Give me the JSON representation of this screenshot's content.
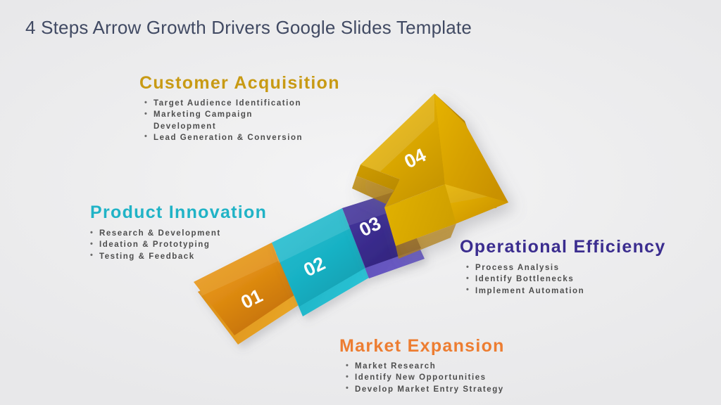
{
  "slide": {
    "title": "4 Steps Arrow Growth Drivers Google Slides Template",
    "background_color": "#eeeeef",
    "title_color": "#414a63"
  },
  "steps": [
    {
      "number": "01",
      "heading": "Market Expansion",
      "color": "#ed7d31",
      "segment_color": "#e08a14",
      "bullets": [
        "Market Research",
        "Identify New Opportunities",
        "Develop Market Entry Strategy"
      ]
    },
    {
      "number": "02",
      "heading": "Product Innovation",
      "color": "#20b3c6",
      "segment_color": "#1bb5c8",
      "bullets": [
        "Research & Development",
        "Ideation & Prototyping",
        "Testing & Feedback"
      ]
    },
    {
      "number": "03",
      "heading": "Operational Efficiency",
      "color": "#3b2d8f",
      "segment_color": "#3b2d8f",
      "bullets": [
        "Process Analysis",
        "Identify Bottlenecks",
        "Implement Automation"
      ]
    },
    {
      "number": "04",
      "heading": "Customer Acquisition",
      "color": "#c89a14",
      "segment_color": "#e8b800",
      "bullets": [
        "Target Audience Identification",
        "Marketing Campaign Development",
        "Lead Generation & Conversion"
      ]
    }
  ],
  "graphic": {
    "name": "rising-4-step-arrow",
    "numbers": [
      "01",
      "02",
      "03",
      "04"
    ],
    "bullet_text_color": "#4d4d4d"
  }
}
